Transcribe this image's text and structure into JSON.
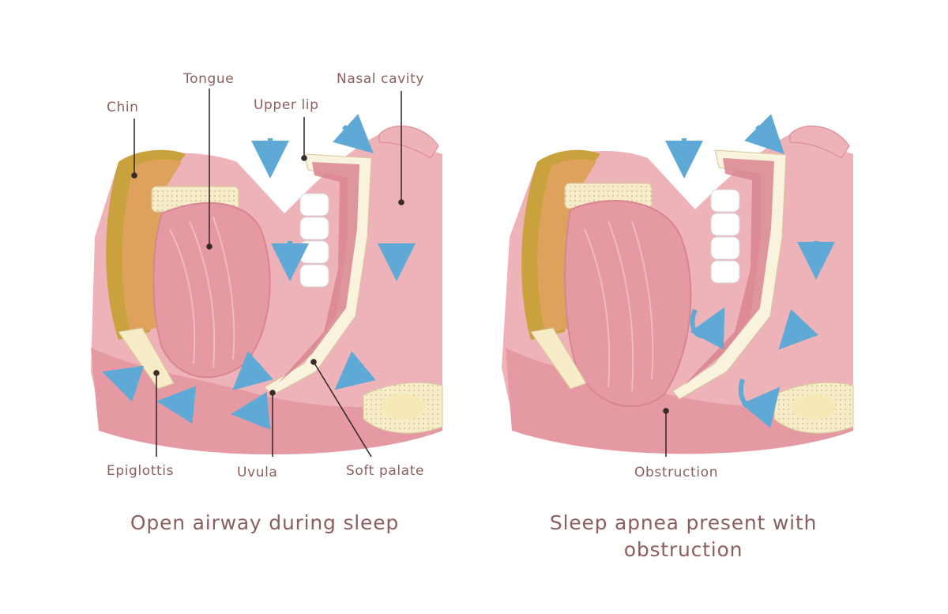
{
  "left_panel": {
    "labels": {
      "tongue": "Tongue",
      "nasal_cavity": "Nasal cavity",
      "chin": "Chin",
      "upper_lip": "Upper lip",
      "epiglottis": "Epiglottis",
      "uvula": "Uvula",
      "soft_palate": "Soft palate"
    },
    "caption": "Open airway during sleep"
  },
  "right_panel": {
    "labels": {
      "obstruction": "Obstruction"
    },
    "caption_line1": "Sleep apnea present with",
    "caption_line2": "obstruction"
  },
  "colors": {
    "tissue": "#e9a8ae",
    "tissue_dark": "#d98590",
    "skin": "#c9a23e",
    "bone": "#f6edc8",
    "airflow_arrow": "#5ea9d6",
    "label_text": "#8c5f5f",
    "leader_line": "#3a2a2a"
  }
}
